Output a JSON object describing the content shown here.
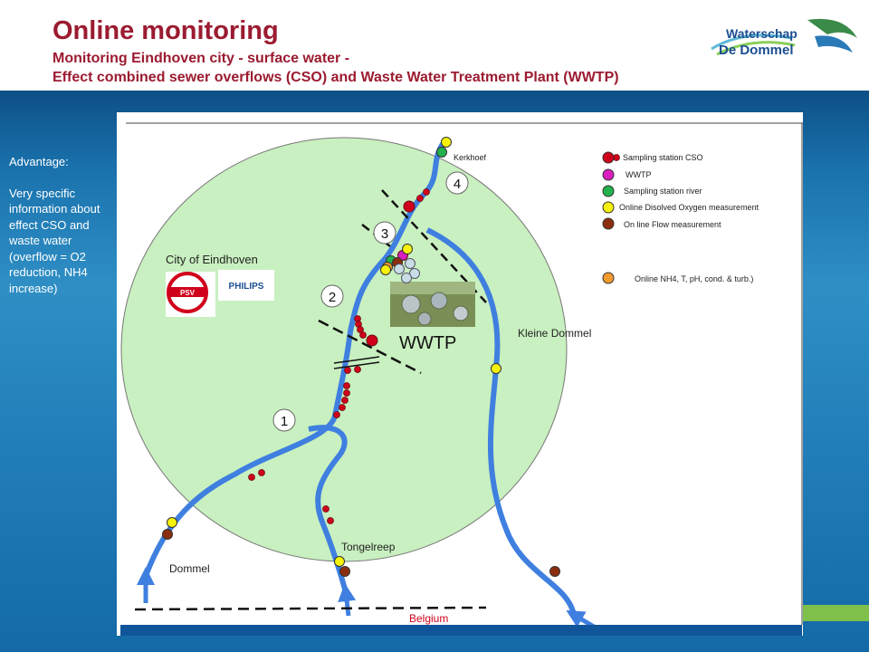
{
  "title": "Online monitoring",
  "subtitle_line1": "Monitoring Eindhoven city - surface water -",
  "subtitle_line2": "Effect combined sewer overflows (CSO) and Waste Water Treatment Plant (WWTP)",
  "logo": {
    "line1": "Waterschap",
    "line2": "De Dommel"
  },
  "sidebar": {
    "heading": "Advantage:",
    "text": "Very specific information about effect CSO and waste water (overflow = O2 reduction, NH4 increase)"
  },
  "map": {
    "city_label": "City of Eindhoven",
    "psv_label": "PSV",
    "philips_label": "PHILIPS",
    "wwtp_label": "WWTP",
    "kerkhoef_label": "Kerkhoef",
    "kleine_dommel_label": "Kleine Dommel",
    "tongelreep_label": "Tongelreep",
    "dommel_label": "Dommel",
    "belgium_label": "Belgium",
    "stations": [
      "1",
      "2",
      "3",
      "4"
    ]
  },
  "legend": [
    {
      "label": "Sampling station CSO",
      "color": "#d0021b"
    },
    {
      "label": "WWTP",
      "color": "#d81ec0"
    },
    {
      "label": "Sampling station river",
      "color": "#22b14c"
    },
    {
      "label": "Online Disolved Oxygen measurement",
      "color": "#f6f20a"
    },
    {
      "label": "On line Flow measurement",
      "color": "#8b2e0f"
    },
    {
      "label": "Online NH4, T, pH, cond. & turb.)",
      "color": "#f39a2f"
    }
  ],
  "colors": {
    "title": "#9b1b30",
    "river": "#3f7fe0",
    "city": "#c9f0c0"
  }
}
